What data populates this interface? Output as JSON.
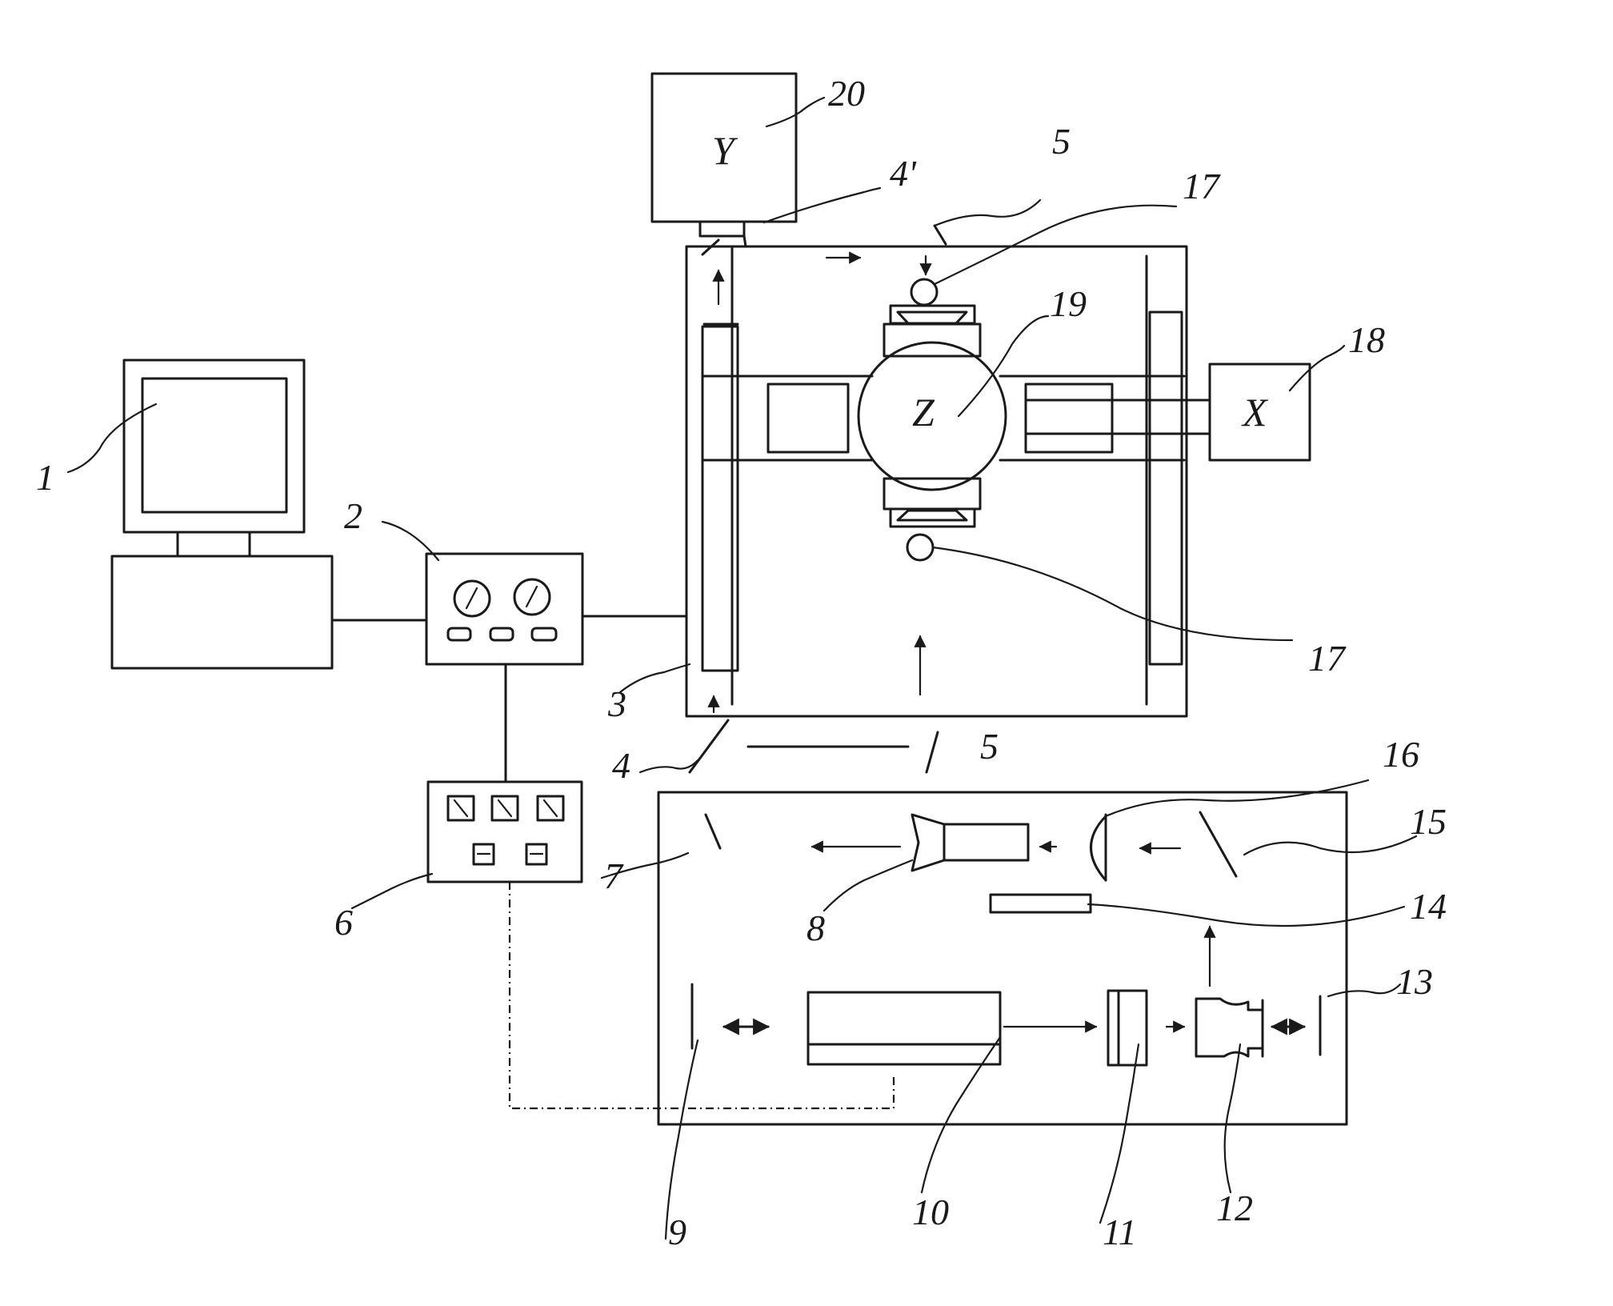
{
  "axes": {
    "y": "Y",
    "x": "X",
    "z": "Z"
  },
  "refs": {
    "r1": "1",
    "r2": "2",
    "r3": "3",
    "r4": "4",
    "r4p": "4'",
    "r5a": "5",
    "r5b": "5",
    "r6": "6",
    "r7": "7",
    "r8": "8",
    "r9": "9",
    "r10": "10",
    "r11": "11",
    "r12": "12",
    "r13": "13",
    "r14": "14",
    "r15": "15",
    "r16": "16",
    "r17a": "17",
    "r17b": "17",
    "r18": "18",
    "r19": "19",
    "r20": "20"
  }
}
